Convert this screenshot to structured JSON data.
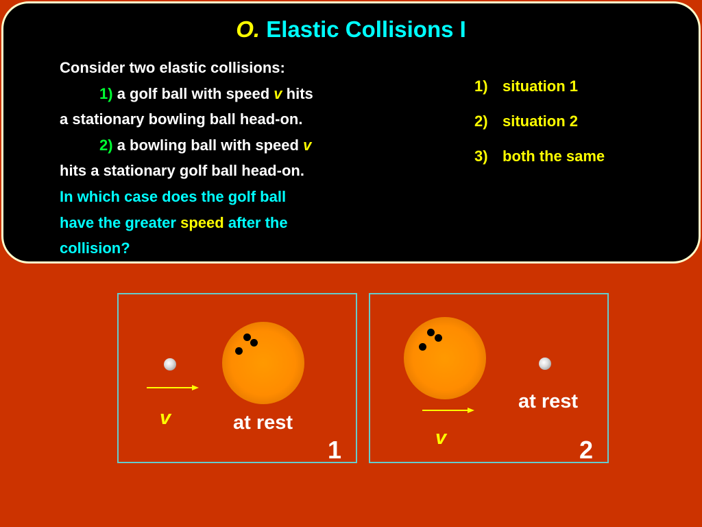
{
  "title": {
    "label": "O.",
    "text": "Elastic Collisions I"
  },
  "question": {
    "intro": "Consider two elastic collisions:",
    "case1": {
      "num": "1)",
      "text_a": "a golf ball with speed",
      "var": "v",
      "text_b": "hits",
      "line2": "a stationary bowling ball head-on."
    },
    "case2": {
      "num": "2)",
      "text_a": "a bowling ball with speed",
      "var": "v",
      "line2": "hits a stationary golf ball head-on."
    },
    "ask_line1": "In which case does the golf ball",
    "ask_line2_a": "have the greater",
    "ask_line2_b": "speed",
    "ask_line2_c": "after the",
    "ask_line3": "collision?"
  },
  "answers": [
    {
      "num": "1)",
      "text": "situation 1"
    },
    {
      "num": "2)",
      "text": "situation 2"
    },
    {
      "num": "3)",
      "text": "both the same"
    }
  ],
  "situation1": {
    "velocity_label": "v",
    "rest_label": "at rest",
    "number": "1"
  },
  "situation2": {
    "velocity_label": "v",
    "rest_label": "at rest",
    "number": "2"
  },
  "colors": {
    "background": "#cc3300",
    "panel": "#000000",
    "panel_border": "#ffffcc",
    "title": "#00ffff",
    "accent_yellow": "#ffff00",
    "accent_green": "#00ff33",
    "bowling_ball": "#ff8c00",
    "box_border": "#66cccc"
  }
}
